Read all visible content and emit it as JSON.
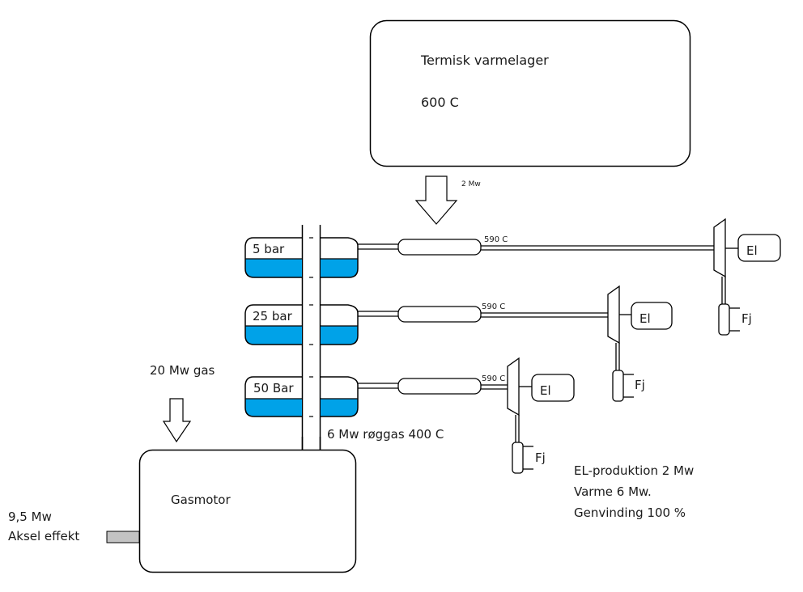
{
  "storage": {
    "title": "Termisk varmelager",
    "temperature": "600  C"
  },
  "input_arrow": {
    "label": "2 Mw"
  },
  "tanks": [
    {
      "label": "5 bar"
    },
    {
      "label": "25 bar"
    },
    {
      "label": "50 Bar"
    }
  ],
  "heaters": [
    {
      "outlet_temp": "590 C"
    },
    {
      "outlet_temp": "590 C"
    },
    {
      "outlet_temp": "590 C"
    }
  ],
  "turbines": [
    {
      "generator_label": "El",
      "heat_label": "Fj"
    },
    {
      "generator_label": "El",
      "heat_label": "Fj"
    },
    {
      "generator_label": "El",
      "heat_label": "Fj"
    }
  ],
  "gas_input": {
    "label": "20 Mw gas"
  },
  "flue_gas": {
    "label": "6 Mw røggas 400 C"
  },
  "engine": {
    "label": "Gasmotor"
  },
  "shaft": {
    "line1": "9,5 Mw",
    "line2": "Aksel effekt"
  },
  "summary": {
    "line1": "EL-produktion 2 Mw",
    "line2": "Varme 6 Mw.",
    "line3": "Genvinding 100 %"
  },
  "colors": {
    "water": "#00A2E8",
    "shaft": "#C3C3C3",
    "stroke": "#000000"
  }
}
